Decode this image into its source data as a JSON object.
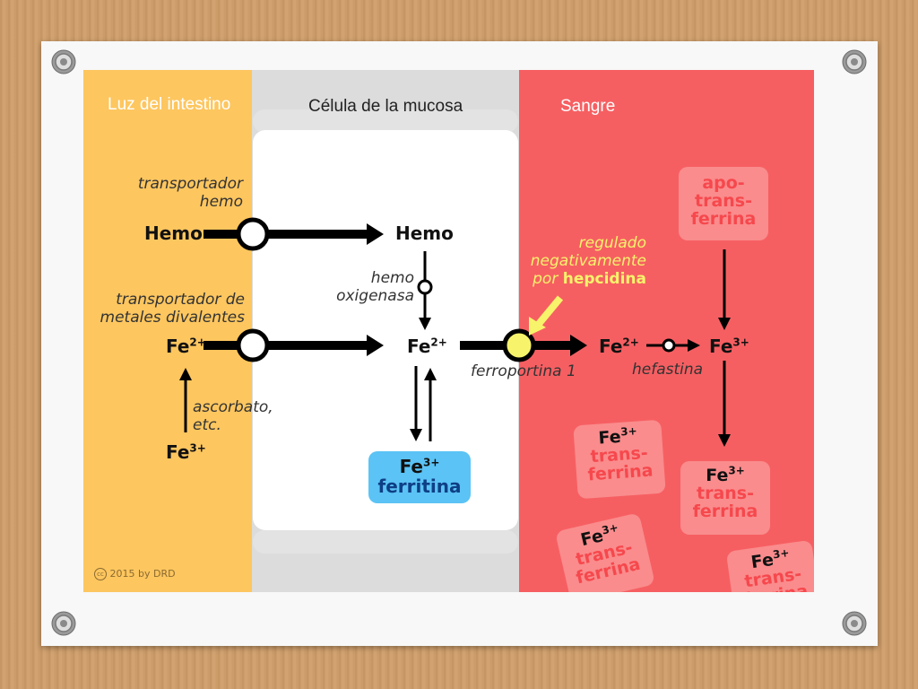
{
  "columns": {
    "intestine": "Luz del intestino",
    "mucosa": "Célula de la mucosa",
    "blood": "Sangre"
  },
  "labels": {
    "heme_transporter": [
      "transportador",
      "hemo"
    ],
    "heme_left": "Hemo",
    "heme_right": "Hemo",
    "heme_oxygenase": [
      "hemo",
      "oxigenasa"
    ],
    "metal_transporter": [
      "transportador de",
      "metales divalentes"
    ],
    "ascorbate": [
      "ascorbato,",
      "etc."
    ],
    "ferroportin": "ferroportina 1",
    "hephaestin": "hefastina",
    "regulated": [
      "regulado",
      "negativamente"
    ],
    "regulated_by": "por",
    "hepcidin": "hepcidina"
  },
  "ions": {
    "fe": "Fe",
    "fe2_charge": "2+",
    "fe3_charge": "3+"
  },
  "boxes": {
    "ferritin": "ferritina",
    "apotransferrin": [
      "apo-",
      "trans-",
      "ferrina"
    ],
    "transferrin": [
      "trans-",
      "ferrina"
    ]
  },
  "credit": "2015 by DRD",
  "colors": {
    "intestine": "#fdc65f",
    "mucosa": "#dcdcdc",
    "blood": "#f65f62",
    "ferritin": "#5bc3f5",
    "transferrin_box": "#fa8c8d",
    "highlight": "#f7f36a"
  }
}
